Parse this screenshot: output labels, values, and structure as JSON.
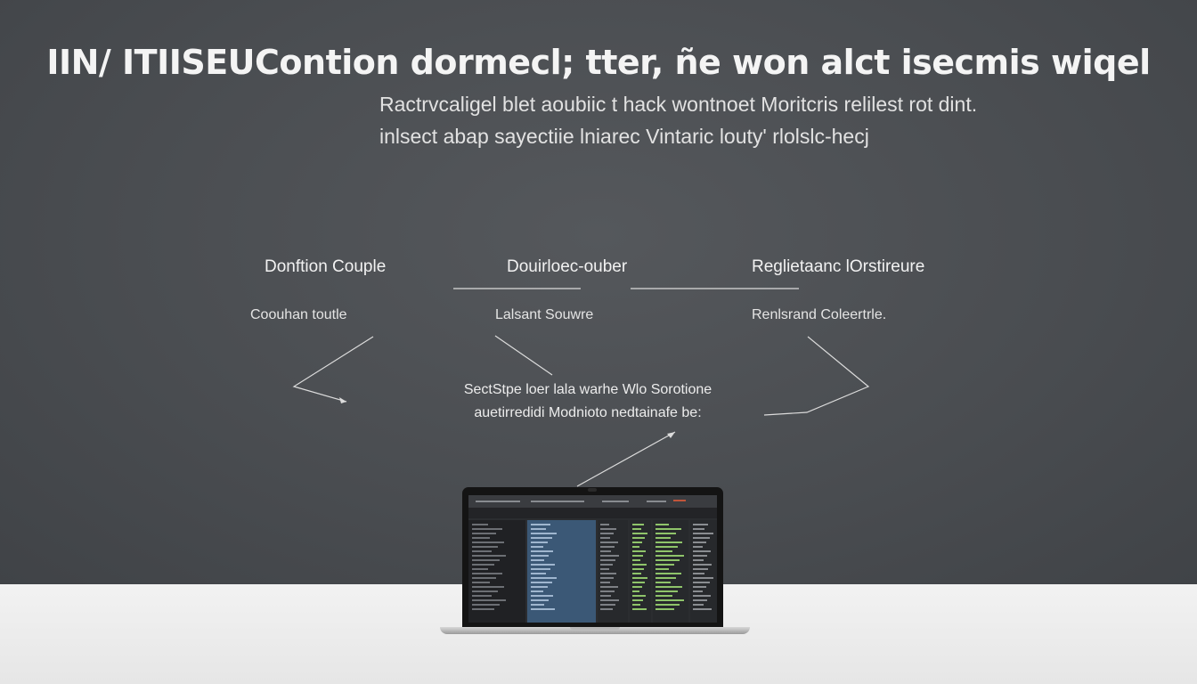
{
  "title": "IIN/ ITIISEUContion dormecl; tter, ñe won alct isecmis wiqel",
  "subtitle_lines": [
    "Ractrvcaligel blet aoubiic t hack wontnoet Moritcris relilest rot dint.",
    "inlsect  abap sayectiie lniarec Vintaric louty' rlolslc-hecj"
  ],
  "nodes": {
    "left": {
      "title": "Donftion Couple",
      "sub": "Coouhan toutle"
    },
    "center": {
      "title": "Douirloec-ouber",
      "sub": "Lalsant Souwre"
    },
    "right": {
      "title": "Reglietaanc lOrstireure",
      "sub": "Renlsrand Coleertrle."
    }
  },
  "center_note": [
    "SectStpe loer lala warhe Wlo Sorotione",
    "auetirredidi Modnioto nedtainafe be:"
  ],
  "colors": {
    "wall": "#4b4e52",
    "floor": "#efefef",
    "text": "#f2f2f2",
    "line": "#dcdcdc",
    "screen_panel": "#3b5876",
    "screen_green": "#8fc46a"
  },
  "icons": {
    "laptop": "laptop-icon"
  }
}
